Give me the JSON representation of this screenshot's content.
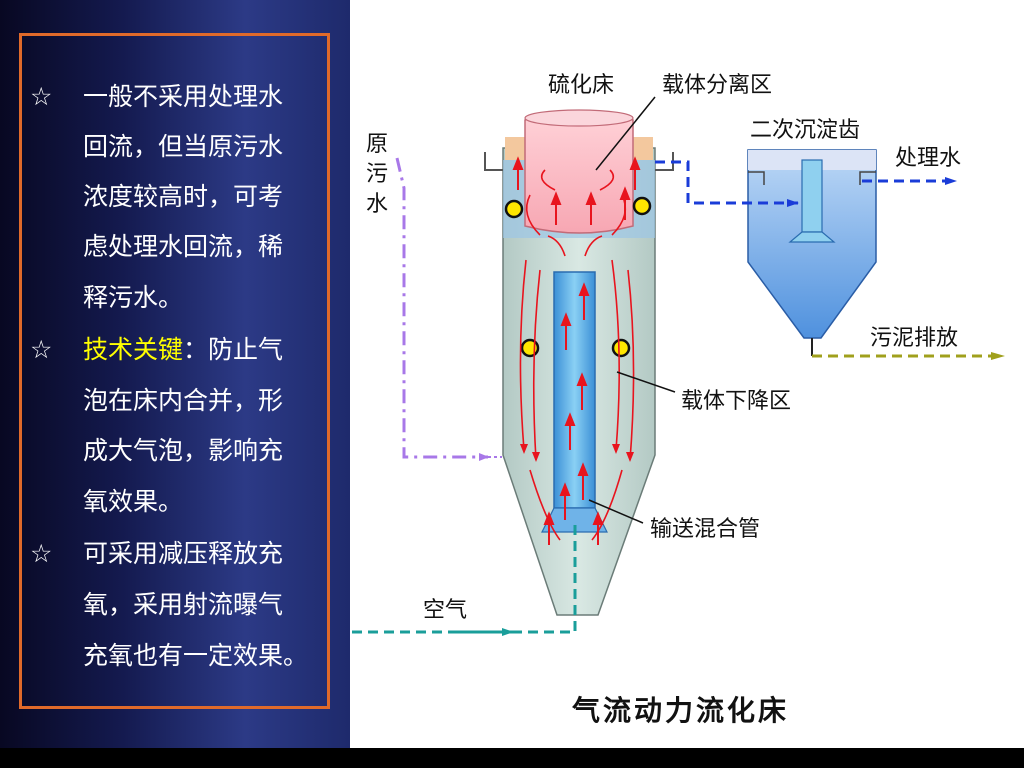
{
  "colors": {
    "border": "#e06a2a",
    "text_white": "#ffffff",
    "highlight_yellow": "#ffff00",
    "flow_red": "#e8141e",
    "water_blue": "#5aa8e8",
    "air_teal": "#1a9e9a",
    "wastewater_purple": "#a878e8",
    "treated_blue": "#1a3cd8",
    "sludge_olive": "#a0a01c"
  },
  "bullets": [
    {
      "symbol": "☆",
      "lines": [
        "一般不采用处理水",
        "回流，但当原污水",
        "浓度较高时，可考",
        "虑处理水回流，稀",
        "释污水。"
      ]
    },
    {
      "symbol": "☆",
      "highlight": "技术关键",
      "after_highlight": "：防止气",
      "lines": [
        "泡在床内合并，形",
        "成大气泡，影响充",
        "氧效果。"
      ]
    },
    {
      "symbol": "☆",
      "lines": [
        "可采用减压释放充",
        "氧，采用射流曝气",
        "充氧也有一定效果。"
      ]
    }
  ],
  "diagram": {
    "label_fluidized_bed": "硫化床",
    "label_separation_zone": "载体分离区",
    "label_secondary_clarifier": "二次沉淀齿",
    "label_treated_water": "处理水",
    "label_raw_wastewater": [
      "原",
      "污",
      "水"
    ],
    "label_sludge_discharge": "污泥排放",
    "label_carrier_descending": "载体下降区",
    "label_transport_pipe": "输送混合管",
    "label_air": "空气",
    "caption": "气流动力流化床"
  }
}
